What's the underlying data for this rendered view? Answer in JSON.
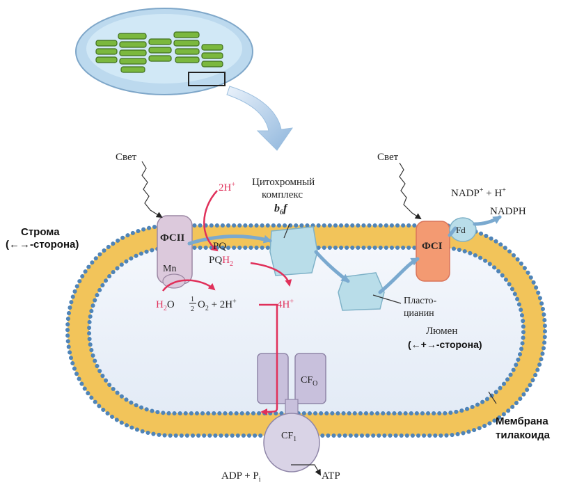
{
  "colors": {
    "membrane_outer": "#f2c45a",
    "membrane_inner": "#f6dc8a",
    "head_groups": "#4f84b8",
    "lumen": "#eef3fb",
    "arrow_red": "#e0305a",
    "arrow_blue": "#7aa9cf",
    "psi": "#f39a72",
    "psii": "#dcc9dc",
    "cytochrome": "#b9dde9",
    "atp_synthase": "#c8c0dc",
    "chloroplast_green": "#7bb83e"
  },
  "labels": {
    "light_left": "Свет",
    "light_right": "Свет",
    "proton_2h_top": "2H",
    "proton_sup": "+",
    "cyt_line1": "Цитохромный",
    "cyt_line2": "комплекс",
    "cyt_b": "b",
    "cyt_sub": "6",
    "cyt_f": "f",
    "stroma_line1": "Строма",
    "stroma_line2": "(←→-сторона)",
    "psii": "ФСII",
    "mn": "Mn",
    "pq": "PQ",
    "pqh": "PQ",
    "pqh_h": "H",
    "pqh_sub": "2",
    "h_letter": "H",
    "h_sub": "2",
    "o_letter": "O",
    "half_num": "1",
    "half_den": "2",
    "o2": "O",
    "o2_sub": "2",
    "plus_2h": " + 2H",
    "h4": "4H",
    "plasto_line1": "Пласто-",
    "plasto_line2": "цианин",
    "psi": "ФСI",
    "fd": "Fd",
    "nadp": "NADP",
    "nadp_sup": "+",
    "nadp_rest": " + H",
    "nadp_h_sup": "+",
    "nadph": "NADPH",
    "lumen_line1": "Люмен",
    "lumen_line2": "(←+→-сторона)",
    "cfo": "CF",
    "cfo_sub": "O",
    "cf1": "CF",
    "cf1_sub": "1",
    "adp": "ADP + P",
    "adp_sub": "i",
    "atp": "ATP",
    "membrane_line1": "Мембрана",
    "membrane_line2": "тилакоида"
  }
}
